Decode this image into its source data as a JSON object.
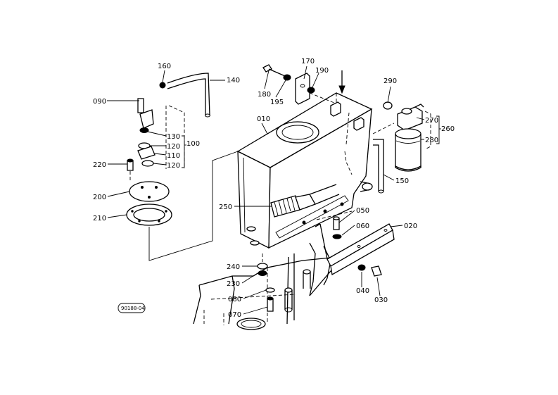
{
  "parts": {
    "p010": "010",
    "p020": "020",
    "p030": "030",
    "p040": "040",
    "p050": "050",
    "p060": "060",
    "p070": "070",
    "p080": "080",
    "p090": "090",
    "p100": "100",
    "p110": "110",
    "p120a": "120",
    "p120b": "120",
    "p130": "130",
    "p140": "140",
    "p150": "150",
    "p160": "160",
    "p170": "170",
    "p180": "180",
    "p190": "190",
    "p195": "195",
    "p200": "200",
    "p210": "210",
    "p220": "220",
    "p230": "230",
    "p240": "240",
    "p250": "250",
    "p260": "260",
    "p270": "270",
    "p280": "280",
    "p290": "290"
  },
  "drawing_code": "90188-04"
}
